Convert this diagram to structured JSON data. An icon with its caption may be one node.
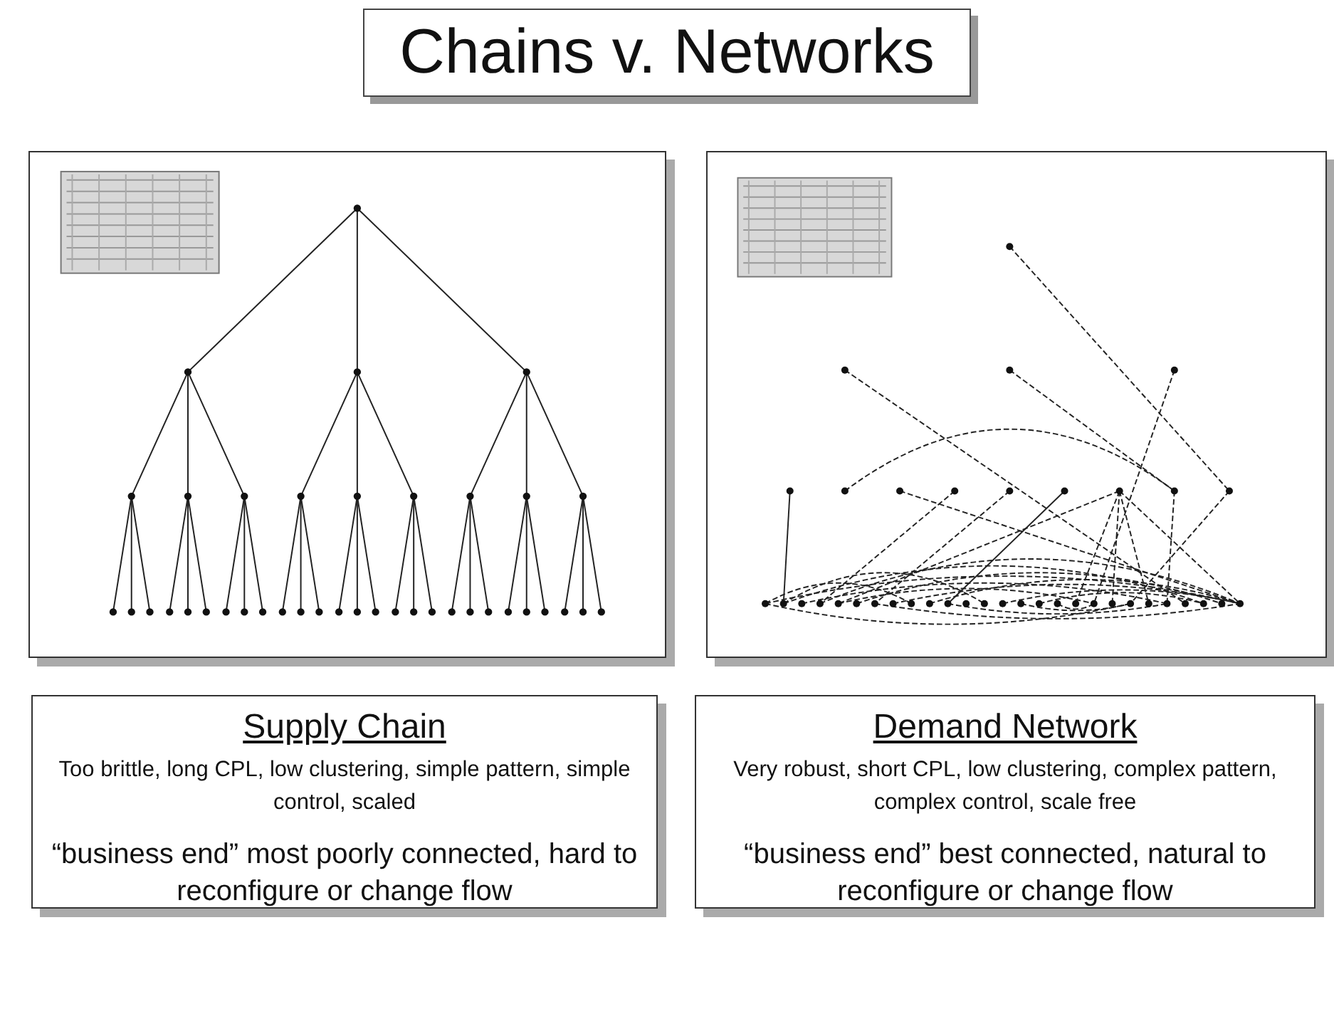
{
  "diagram": {
    "title": "Chains v. Networks",
    "nodes": [
      {
        "text": [],
        "shape": "picture"
      },
      {
        "text": [],
        "shape": "picture"
      },
      {
        "text": [
          "Supply Chain",
          "Too brittle, long CPL, low clustering, simple pattern, simple control, scaled",
          "“business end” most poorly connected, hard to reconfigure or change flow"
        ]
      },
      {
        "text": [
          "Demand Network",
          "Very robust, short CPL, low clustering, complex pattern, complex control, scale free",
          "“business end” best connected, natural to reconfigure or change flow"
        ]
      }
    ]
  }
}
